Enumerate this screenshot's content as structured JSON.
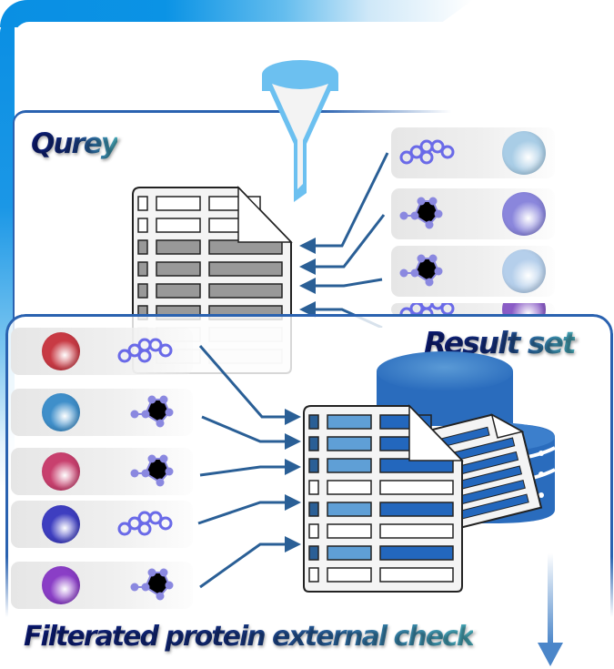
{
  "diagram": {
    "sections": {
      "query": {
        "title": "Qurey"
      },
      "result": {
        "title": "Result set"
      },
      "output": {
        "title": "Filterated protein external check"
      }
    },
    "colors": {
      "frame_blue": "#0a8fe3",
      "panel_border": "#2a62b0",
      "arrow": "#2a5f96",
      "funnel": "#6cc0f0",
      "title_dark": "#0b1a7a",
      "title_light": "#4cb2c0",
      "molecule": "#6a6ae8",
      "result_cell_dark": "#2a5f96",
      "result_cell_mid": "#5f9fd6",
      "result_cell_bar": "#2367bd",
      "query_cell_gray": "#999999"
    },
    "query_inputs": [
      {
        "molecule": "chain-rings",
        "protein_color": "#a9cde6"
      },
      {
        "molecule": "pentagon-graph",
        "protein_color": "#8a86dc"
      },
      {
        "molecule": "pentagon-graph",
        "protein_color": "#b5cfeb"
      },
      {
        "molecule": "chain-rings",
        "protein_color": "#8a5cc6"
      }
    ],
    "query_document": {
      "rows": [
        "empty",
        "empty",
        "filled",
        "filled",
        "filled",
        "filled",
        "faded",
        "faded"
      ]
    },
    "result_items": [
      {
        "protein_color": "#c83a44",
        "molecule": "chain-rings"
      },
      {
        "protein_color": "#3f8fca",
        "molecule": "pentagon-graph"
      },
      {
        "protein_color": "#c8406e",
        "molecule": "pentagon-graph"
      },
      {
        "protein_color": "#3e3ec0",
        "molecule": "chain-rings"
      },
      {
        "protein_color": "#8a3ec6",
        "molecule": "pentagon-graph"
      }
    ],
    "result_document": {
      "rows": [
        "filled",
        "filled",
        "filled",
        "empty",
        "filled",
        "empty",
        "filled",
        "empty"
      ]
    },
    "icons": [
      "funnel-icon",
      "database-icon",
      "document-icon",
      "down-arrow-icon"
    ]
  }
}
